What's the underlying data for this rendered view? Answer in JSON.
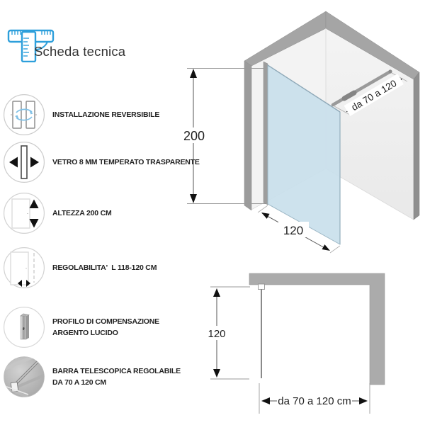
{
  "header": {
    "title": "Scheda tecnica",
    "icon": "tsquare-ruler-icon"
  },
  "features": [
    {
      "icon": "reversible-installation-icon",
      "lines": [
        "INSTALLAZIONE REVERSIBILE"
      ]
    },
    {
      "icon": "glass-thickness-icon",
      "lines": [
        "VETRO 8 MM TEMPERATO TRASPARENTE"
      ]
    },
    {
      "icon": "height-icon",
      "lines": [
        "ALTEZZA 200 CM"
      ]
    },
    {
      "icon": "adjustability-icon",
      "lines": [
        "REGOLABILITA'  L 118-120 CM"
      ]
    },
    {
      "icon": "compensation-profile-icon",
      "lines": [
        "PROFILO DI COMPENSAZIONE",
        "ARGENTO LUCIDO"
      ]
    },
    {
      "icon": "telescopic-bar-icon",
      "lines": [
        "BARRA TELESCOPICA REGOLABILE",
        "DA 70 A 120 CM"
      ]
    }
  ],
  "diagram3d": {
    "height_dim": "200",
    "width_dim": "120",
    "bar_dim": "da 70 a 120"
  },
  "plan": {
    "depth_dim": "120",
    "width_dim": "da 70 a 120 cm"
  },
  "colors": {
    "accent_blue": "#2d9fdb",
    "icon_arrow_blue": "#7fc0e6",
    "glass_blue": "#c9e0ec",
    "wall_gray": "#ababab",
    "dim_black": "#1a1a1a"
  }
}
